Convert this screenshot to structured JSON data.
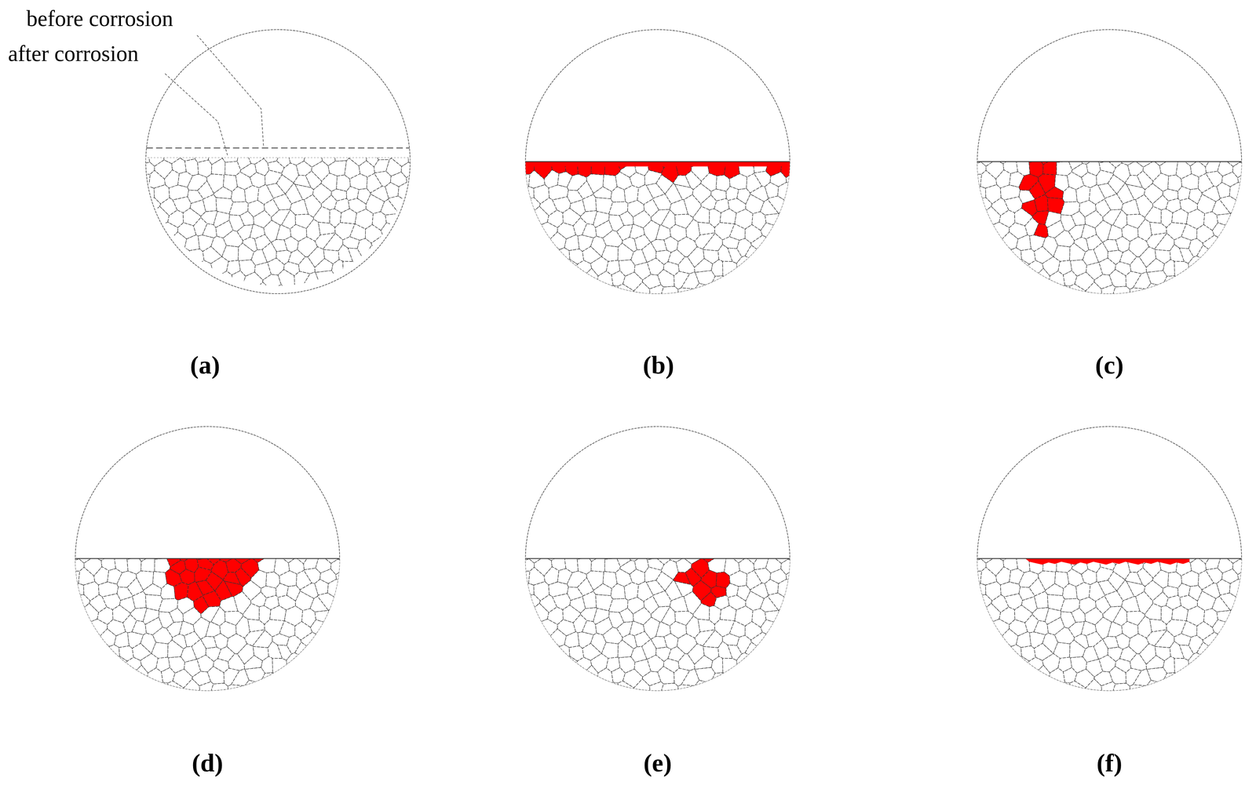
{
  "diagram": {
    "labels": [
      "before corrosion",
      "after corrosion",
      "(a)",
      "(b)",
      "(c)",
      "(d)",
      "(e)",
      "(f)"
    ]
  }
}
